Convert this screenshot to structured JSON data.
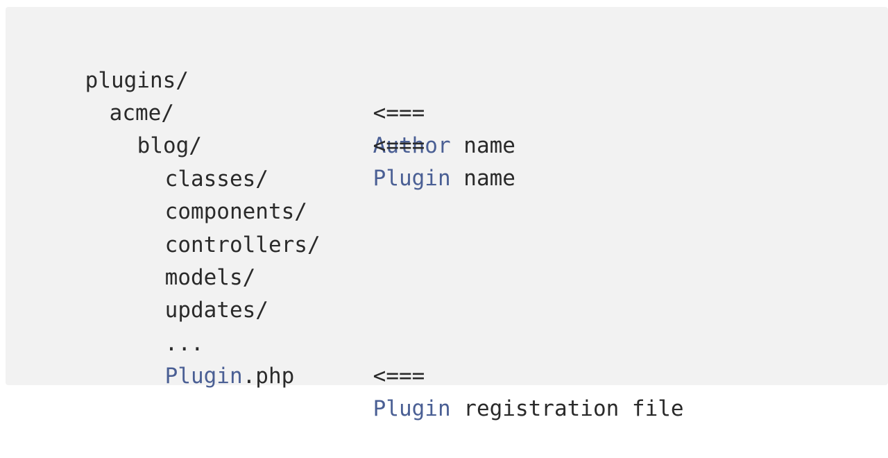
{
  "lines": [
    {
      "text": "plugins/"
    },
    {
      "text": "acme/",
      "arrow": "<===",
      "kw": "Author",
      "rest": " name"
    },
    {
      "text": "blog/",
      "arrow": "<===",
      "kw": "Plugin",
      "rest": " name"
    },
    {
      "text": "classes/"
    },
    {
      "text": "components/"
    },
    {
      "text": "controllers/"
    },
    {
      "text": "models/"
    },
    {
      "text": "updates/"
    },
    {
      "text": "..."
    },
    {
      "kw_left": "Plugin",
      "text_after": ".php",
      "arrow": "<===",
      "kw": "Plugin",
      "rest": " registration file"
    }
  ],
  "colors": {
    "background": "#f2f2f2",
    "text": "#2a2a2a",
    "keyword": "#4a5f94"
  }
}
